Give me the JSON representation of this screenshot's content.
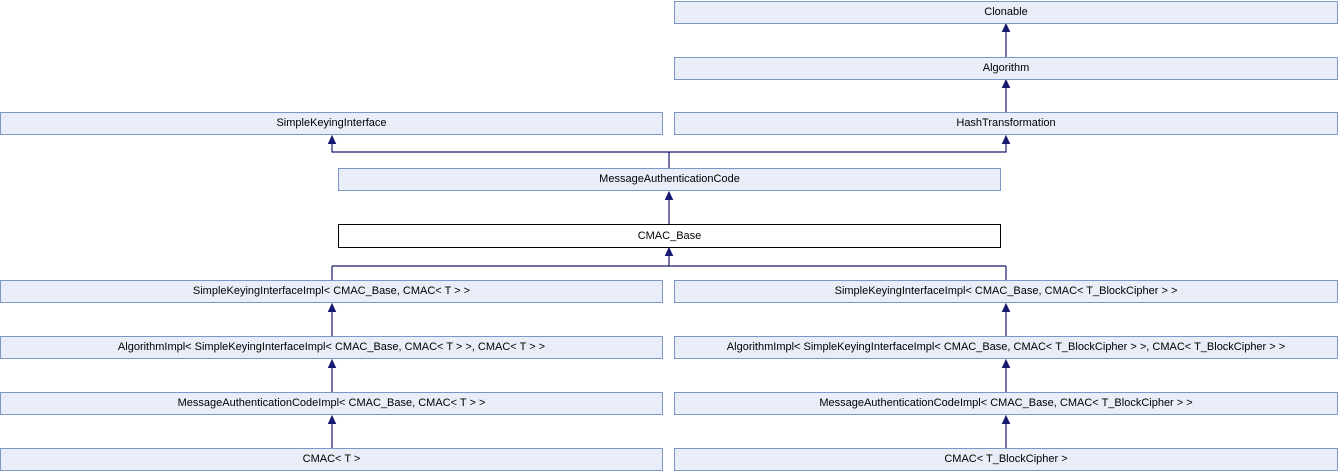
{
  "diagram": {
    "kind": "class-inheritance-graph",
    "colors": {
      "node_fill": "#e8edf7",
      "node_border": "#7d96c4",
      "current_node_fill": "#ffffff",
      "current_node_border": "#000000",
      "edge": "#191970",
      "background": "#ffffff",
      "text": "#000000"
    },
    "nodes": {
      "clonable": {
        "label": "Clonable"
      },
      "algorithm": {
        "label": "Algorithm"
      },
      "simple_keying_interface": {
        "label": "SimpleKeyingInterface"
      },
      "hash_transformation": {
        "label": "HashTransformation"
      },
      "message_authentication_code": {
        "label": "MessageAuthenticationCode"
      },
      "cmac_base": {
        "label": "CMAC_Base",
        "highlighted": true
      },
      "skii_t": {
        "label": "SimpleKeyingInterfaceImpl< CMAC_Base, CMAC< T > >"
      },
      "skii_tbc": {
        "label": "SimpleKeyingInterfaceImpl< CMAC_Base, CMAC< T_BlockCipher > >"
      },
      "algimpl_t": {
        "label": "AlgorithmImpl< SimpleKeyingInterfaceImpl< CMAC_Base, CMAC< T > >, CMAC< T > >"
      },
      "algimpl_tbc": {
        "label": "AlgorithmImpl< SimpleKeyingInterfaceImpl< CMAC_Base, CMAC< T_BlockCipher > >, CMAC< T_BlockCipher > >"
      },
      "macimpl_t": {
        "label": "MessageAuthenticationCodeImpl< CMAC_Base, CMAC< T > >"
      },
      "macimpl_tbc": {
        "label": "MessageAuthenticationCodeImpl< CMAC_Base, CMAC< T_BlockCipher > >"
      },
      "cmac_t": {
        "label": "CMAC< T >"
      },
      "cmac_tbc": {
        "label": "CMAC< T_BlockCipher >"
      }
    },
    "edges": [
      {
        "from": "Algorithm",
        "to": "Clonable"
      },
      {
        "from": "HashTransformation",
        "to": "Algorithm"
      },
      {
        "from": "MessageAuthenticationCode",
        "to": "SimpleKeyingInterface"
      },
      {
        "from": "MessageAuthenticationCode",
        "to": "HashTransformation"
      },
      {
        "from": "CMAC_Base",
        "to": "MessageAuthenticationCode"
      },
      {
        "from": "SimpleKeyingInterfaceImpl< CMAC_Base, CMAC< T > >",
        "to": "CMAC_Base"
      },
      {
        "from": "SimpleKeyingInterfaceImpl< CMAC_Base, CMAC< T_BlockCipher > >",
        "to": "CMAC_Base"
      },
      {
        "from": "AlgorithmImpl< SimpleKeyingInterfaceImpl< CMAC_Base, CMAC< T > >, CMAC< T > >",
        "to": "SimpleKeyingInterfaceImpl< CMAC_Base, CMAC< T > >"
      },
      {
        "from": "AlgorithmImpl< SimpleKeyingInterfaceImpl< CMAC_Base, CMAC< T_BlockCipher > >, CMAC< T_BlockCipher > >",
        "to": "SimpleKeyingInterfaceImpl< CMAC_Base, CMAC< T_BlockCipher > >"
      },
      {
        "from": "MessageAuthenticationCodeImpl< CMAC_Base, CMAC< T > >",
        "to": "AlgorithmImpl< SimpleKeyingInterfaceImpl< CMAC_Base, CMAC< T > >, CMAC< T > >"
      },
      {
        "from": "MessageAuthenticationCodeImpl< CMAC_Base, CMAC< T_BlockCipher > >",
        "to": "AlgorithmImpl< SimpleKeyingInterfaceImpl< CMAC_Base, CMAC< T_BlockCipher > >, CMAC< T_BlockCipher > >"
      },
      {
        "from": "CMAC< T >",
        "to": "MessageAuthenticationCodeImpl< CMAC_Base, CMAC< T > >"
      },
      {
        "from": "CMAC< T_BlockCipher >",
        "to": "MessageAuthenticationCodeImpl< CMAC_Base, CMAC< T_BlockCipher > >"
      }
    ]
  }
}
